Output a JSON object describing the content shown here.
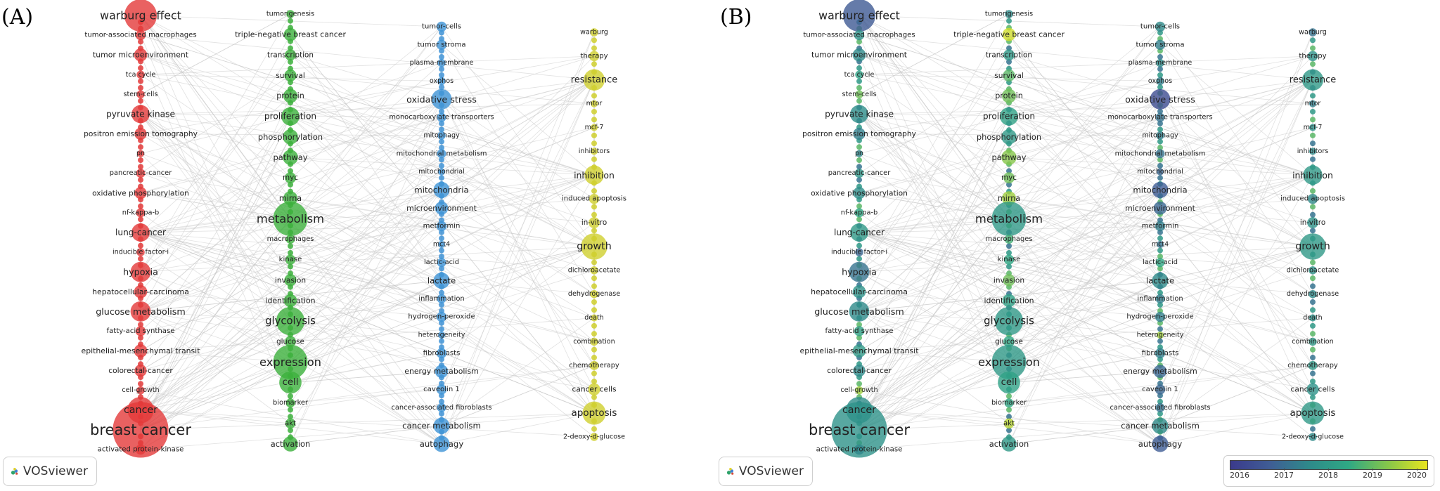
{
  "panels": [
    {
      "label": "(A)",
      "mode": "cluster"
    },
    {
      "label": "(B)",
      "mode": "overlay"
    }
  ],
  "badge_text": "VOSviewer",
  "legend": {
    "ticks": [
      "2016",
      "2017",
      "2018",
      "2019",
      "2020"
    ]
  },
  "cluster_colors": {
    "1": "#e33a3a",
    "2": "#3cb03c",
    "3": "#3f93d6",
    "4": "#cfcf2e"
  },
  "columns": [
    {
      "cluster": 1,
      "nodes": [
        {
          "t": "warburg effect",
          "w": 3.2,
          "y": 0.18
        },
        {
          "t": "tumor-associated macrophages",
          "w": 1.0,
          "y": 0.45
        },
        {
          "t": "tumor microenvironment",
          "w": 1.3,
          "y": 0.4
        },
        {
          "t": "tca cycle",
          "w": 0.8,
          "y": 0.55
        },
        {
          "t": "stem-cells",
          "w": 0.8,
          "y": 0.75
        },
        {
          "t": "pyruvate kinase",
          "w": 1.8,
          "y": 0.42
        },
        {
          "t": "positron emission tomography",
          "w": 1.2,
          "y": 0.35
        },
        {
          "t": "pn",
          "w": 0.7,
          "y": 0.38
        },
        {
          "t": "pancreatic-cancer",
          "w": 0.9,
          "y": 0.48
        },
        {
          "t": "oxidative phosphorylation",
          "w": 1.2,
          "y": 0.42
        },
        {
          "t": "nf-kappa-b",
          "w": 0.9,
          "y": 0.6
        },
        {
          "t": "lung-cancer",
          "w": 1.8,
          "y": 0.5
        },
        {
          "t": "inducible factor-i",
          "w": 0.8,
          "y": 0.25
        },
        {
          "t": "hypoxia",
          "w": 2.0,
          "y": 0.3
        },
        {
          "t": "hepatocellular-carcinoma",
          "w": 1.3,
          "y": 0.45
        },
        {
          "t": "glucose metabolism",
          "w": 2.0,
          "y": 0.4
        },
        {
          "t": "fatty-acid synthase",
          "w": 1.0,
          "y": 0.55
        },
        {
          "t": "epithelial-mesenchymal transit",
          "w": 1.3,
          "y": 0.5
        },
        {
          "t": "colorectal-cancer",
          "w": 1.2,
          "y": 0.4
        },
        {
          "t": "cell-growth",
          "w": 0.8,
          "y": 0.85
        },
        {
          "t": "cancer",
          "w": 2.6,
          "y": 0.42
        },
        {
          "t": "breast cancer",
          "w": 5.5,
          "y": 0.45
        },
        {
          "t": "activated protein-kinase",
          "w": 1.0,
          "y": 0.38
        }
      ]
    },
    {
      "cluster": 2,
      "nodes": [
        {
          "t": "tumorigenesis",
          "w": 0.8,
          "y": 0.4
        },
        {
          "t": "triple-negative breast cancer",
          "w": 1.3,
          "y": 0.95
        },
        {
          "t": "transcription",
          "w": 1.1,
          "y": 0.5
        },
        {
          "t": "survival",
          "w": 1.2,
          "y": 0.7
        },
        {
          "t": "protein",
          "w": 1.4,
          "y": 0.75
        },
        {
          "t": "proliferation",
          "w": 1.8,
          "y": 0.55
        },
        {
          "t": "phosphorylation",
          "w": 1.5,
          "y": 0.5
        },
        {
          "t": "pathway",
          "w": 1.5,
          "y": 0.8
        },
        {
          "t": "myc",
          "w": 1.1,
          "y": 0.75
        },
        {
          "t": "mirna",
          "w": 1.4,
          "y": 0.85
        },
        {
          "t": "metabolism",
          "w": 3.4,
          "y": 0.5
        },
        {
          "t": "macrophages",
          "w": 0.9,
          "y": 0.65
        },
        {
          "t": "kinase",
          "w": 1.0,
          "y": 0.6
        },
        {
          "t": "invasion",
          "w": 1.2,
          "y": 0.75
        },
        {
          "t": "identification",
          "w": 1.3,
          "y": 0.55
        },
        {
          "t": "glycolysis",
          "w": 2.8,
          "y": 0.5
        },
        {
          "t": "glucose",
          "w": 1.1,
          "y": 0.6
        },
        {
          "t": "expression",
          "w": 3.4,
          "y": 0.5
        },
        {
          "t": "cell",
          "w": 2.2,
          "y": 0.55
        },
        {
          "t": "biomarker",
          "w": 0.9,
          "y": 0.6
        },
        {
          "t": "akt",
          "w": 1.0,
          "y": 0.9
        },
        {
          "t": "activation",
          "w": 1.5,
          "y": 0.5
        }
      ]
    },
    {
      "cluster": 3,
      "nodes": [
        {
          "t": "tumor-cells",
          "w": 1.0,
          "y": 0.4
        },
        {
          "t": "tumor stroma",
          "w": 1.0,
          "y": 0.35
        },
        {
          "t": "plasma-membrane",
          "w": 0.8,
          "y": 0.4
        },
        {
          "t": "oxphos",
          "w": 0.8,
          "y": 0.35
        },
        {
          "t": "oxidative stress",
          "w": 2.0,
          "y": 0.1
        },
        {
          "t": "monocarboxylate transporters",
          "w": 0.9,
          "y": 0.3
        },
        {
          "t": "mitophagy",
          "w": 0.8,
          "y": 0.35
        },
        {
          "t": "mitochondrial metabolism",
          "w": 0.9,
          "y": 0.3
        },
        {
          "t": "mitochondrial",
          "w": 0.7,
          "y": 0.25
        },
        {
          "t": "mitochondria",
          "w": 1.6,
          "y": 0.2
        },
        {
          "t": "microenvironment",
          "w": 1.3,
          "y": 0.25
        },
        {
          "t": "metformin",
          "w": 1.0,
          "y": 0.35
        },
        {
          "t": "mct4",
          "w": 0.7,
          "y": 0.3
        },
        {
          "t": "lactic-acid",
          "w": 0.9,
          "y": 0.6
        },
        {
          "t": "lactate",
          "w": 1.6,
          "y": 0.4
        },
        {
          "t": "inflammation",
          "w": 0.9,
          "y": 0.35
        },
        {
          "t": "hydrogen-peroxide",
          "w": 1.0,
          "y": 0.35
        },
        {
          "t": "heterogeneity",
          "w": 0.7,
          "y": 0.85
        },
        {
          "t": "fibroblasts",
          "w": 1.0,
          "y": 0.35
        },
        {
          "t": "energy metabolism",
          "w": 1.3,
          "y": 0.25
        },
        {
          "t": "caveolin 1",
          "w": 1.0,
          "y": 0.25
        },
        {
          "t": "cancer-associated fibroblasts",
          "w": 0.9,
          "y": 0.3
        },
        {
          "t": "cancer metabolism",
          "w": 1.6,
          "y": 0.4
        },
        {
          "t": "autophagy",
          "w": 1.6,
          "y": 0.2
        }
      ]
    },
    {
      "cluster": 4,
      "nodes": [
        {
          "t": "warburg",
          "w": 0.8,
          "y": 0.3
        },
        {
          "t": "therapy",
          "w": 1.0,
          "y": 0.45
        },
        {
          "t": "resistance",
          "w": 2.1,
          "y": 0.5
        },
        {
          "t": "mtor",
          "w": 0.7,
          "y": 0.35
        },
        {
          "t": "mcf-7",
          "w": 0.7,
          "y": 0.45
        },
        {
          "t": "inhibitors",
          "w": 0.7,
          "y": 0.4
        },
        {
          "t": "inhibition",
          "w": 1.9,
          "y": 0.5
        },
        {
          "t": "induced apoptosis",
          "w": 1.0,
          "y": 0.4
        },
        {
          "t": "in-vitro",
          "w": 1.1,
          "y": 0.45
        },
        {
          "t": "growth",
          "w": 2.6,
          "y": 0.5
        },
        {
          "t": "dichloroacetate",
          "w": 0.8,
          "y": 0.45
        },
        {
          "t": "dehydrogenase",
          "w": 0.8,
          "y": 0.4
        },
        {
          "t": "death",
          "w": 0.7,
          "y": 0.45
        },
        {
          "t": "combination",
          "w": 0.8,
          "y": 0.5
        },
        {
          "t": "chemotherapy",
          "w": 0.9,
          "y": 0.5
        },
        {
          "t": "cancer cells",
          "w": 1.2,
          "y": 0.45
        },
        {
          "t": "apoptosis",
          "w": 2.3,
          "y": 0.5
        },
        {
          "t": "2-deoxy-d-glucose",
          "w": 0.8,
          "y": 0.4
        }
      ]
    }
  ]
}
